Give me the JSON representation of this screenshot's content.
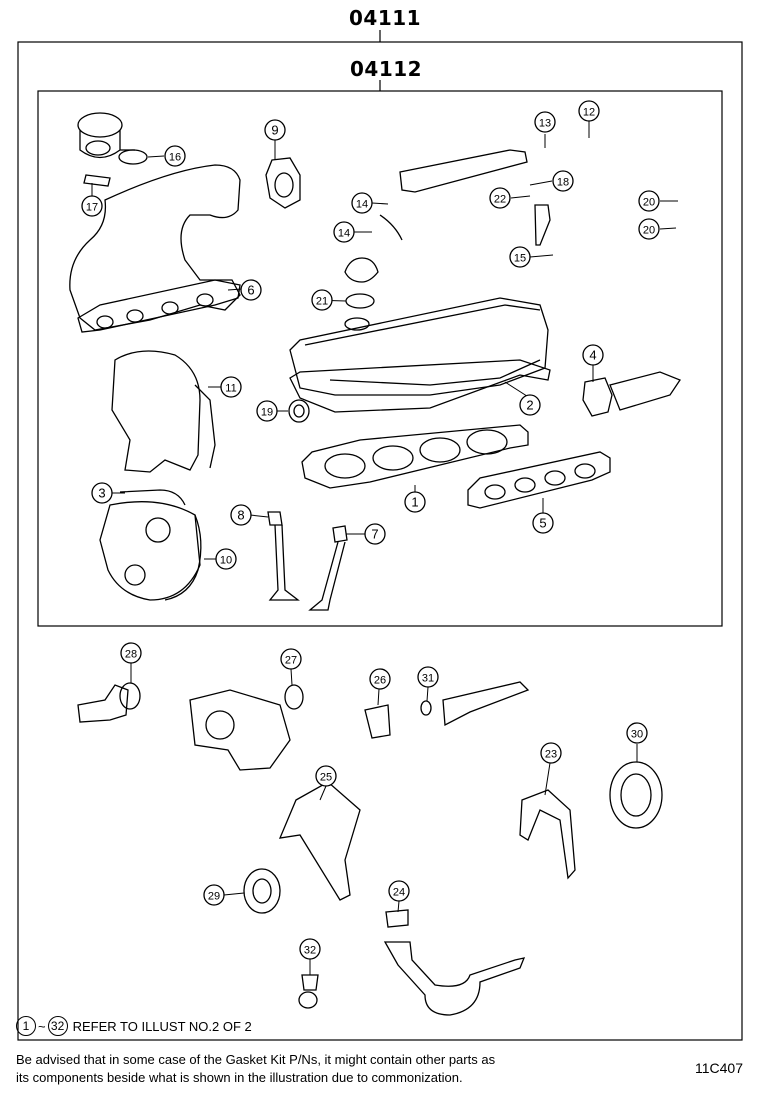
{
  "header": {
    "outer_code": "04111",
    "inner_code": "04112"
  },
  "callouts": [
    "1",
    "2",
    "3",
    "4",
    "5",
    "6",
    "7",
    "8",
    "9",
    "10",
    "11",
    "12",
    "13",
    "14",
    "14",
    "15",
    "16",
    "17",
    "18",
    "19",
    "20",
    "20",
    "21",
    "22",
    "23",
    "24",
    "25",
    "26",
    "27",
    "28",
    "29",
    "30",
    "31",
    "32"
  ],
  "footer": {
    "legend_from": "1",
    "legend_sep": "~",
    "legend_to": "32",
    "legend_text": "REFER TO ILLUST NO.2 OF 2",
    "advise_line1": "Be advised that in some case of the Gasket Kit P/Ns,  it might contain other parts as",
    "advise_line2": "its components beside what is shown in the illustration due to commonization.",
    "illustration_number": "11C407"
  }
}
